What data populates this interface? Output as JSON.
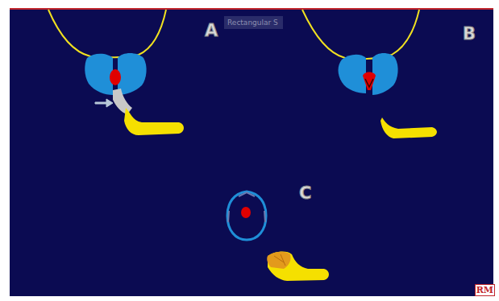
{
  "diagram": {
    "labels": [
      "A",
      "Rectangular S",
      "B",
      "C",
      "RM"
    ]
  }
}
